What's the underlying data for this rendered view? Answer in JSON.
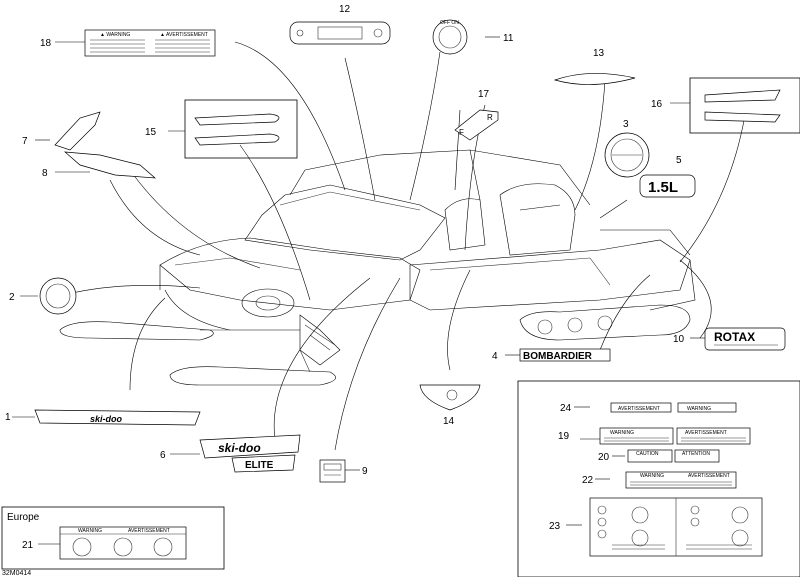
{
  "callouts": [
    "1",
    "2",
    "3",
    "4",
    "5",
    "6",
    "7",
    "8",
    "9",
    "10",
    "11",
    "12",
    "13",
    "14",
    "15",
    "16",
    "17",
    "18",
    "19",
    "20",
    "21",
    "22",
    "23",
    "24"
  ],
  "labels": {
    "bombardier": "BOMBARDIER",
    "rotax": "ROTAX",
    "engine_size": "1.5L",
    "europe": "Europe",
    "diagram_code": "32M0414",
    "skidoo": "ski-doo",
    "elite": "ELITE"
  },
  "warning_labels": {
    "warning": "WARNING",
    "avertissement": "AVERTISSEMENT",
    "caution": "CAUTION",
    "attention": "ATTENTION"
  }
}
